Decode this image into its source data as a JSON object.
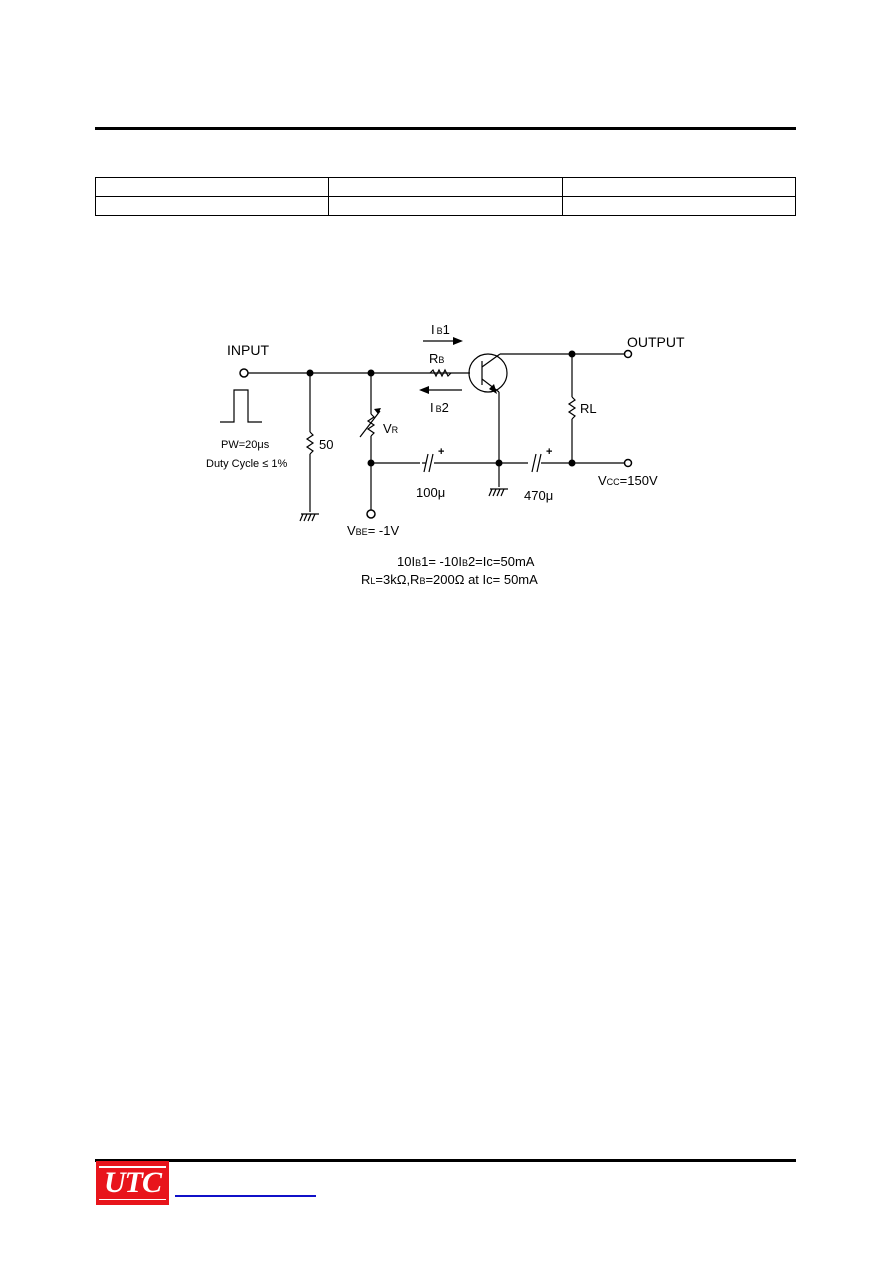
{
  "circuit": {
    "input": "INPUT",
    "output": "OUTPUT",
    "ib1": "I",
    "ib1_sub": "B",
    "ib1_tail": "1",
    "ib2": "I",
    "ib2_sub": "B",
    "ib2_tail": "2",
    "rb": "R",
    "rb_sub": "B",
    "rl": "RL",
    "vr": "V",
    "vr_sub": "R",
    "r50": "50",
    "pw": "PW=20μs",
    "duty": "Duty Cycle ≤ 1%",
    "c1": "100μ",
    "c2": "470μ",
    "plus": "+",
    "vcc": "V",
    "vcc_sub": "CC",
    "vcc_tail": "=150V",
    "vbe": "V",
    "vbe_sub": "BE",
    "vbe_tail": "= -1V",
    "eq1": "10I",
    "eq1_sub": "B",
    "eq1_tail": "1= -10I",
    "eq1_sub2": "B",
    "eq1_tail2": "2=Ic=50mA",
    "eq2_a": "R",
    "eq2_a_sub": "L",
    "eq2_b": "=3kΩ,R",
    "eq2_b_sub": "B",
    "eq2_c": "=200Ω at Ic= 50mA"
  },
  "footer": {
    "logo_text": "UTC",
    "brand_color": "#e8141b",
    "link_color": "#1010c8"
  }
}
